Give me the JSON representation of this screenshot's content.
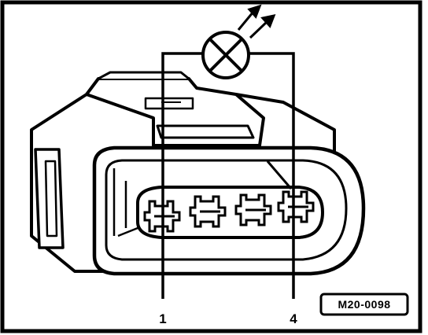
{
  "diagram": {
    "pin_labels": [
      "1",
      "4"
    ],
    "reference_code": "M20-0098",
    "colors": {
      "ink": "#000000",
      "paper": "#ffffff"
    },
    "parts": {
      "lamp": "test-lamp-icon",
      "connector": "four-pin-connector-housing",
      "terminals": 4
    }
  }
}
